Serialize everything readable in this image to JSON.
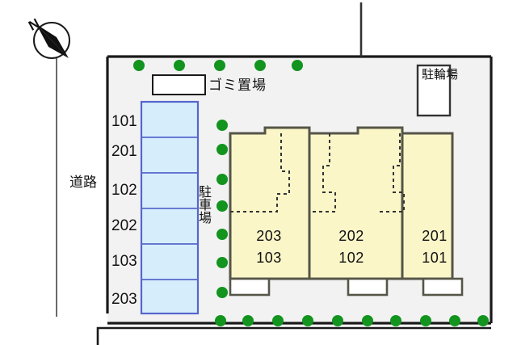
{
  "diagram": {
    "title": "apartment-site-plan",
    "compass": {
      "north_label": "N",
      "name": "compass-rose"
    },
    "road": {
      "label": "道路"
    },
    "garbage_area": {
      "label": "ゴミ置場"
    },
    "bicycle_parking": {
      "label": "駐輪場"
    },
    "parking_area": {
      "label": "駐車場"
    },
    "parking_stalls": [
      {
        "label": "101"
      },
      {
        "label": "201"
      },
      {
        "label": "102"
      },
      {
        "label": "202"
      },
      {
        "label": "103"
      },
      {
        "label": "203"
      }
    ],
    "building_units": [
      {
        "upper": "203",
        "lower": "103"
      },
      {
        "upper": "202",
        "lower": "102"
      },
      {
        "upper": "201",
        "lower": "101"
      }
    ],
    "colors": {
      "building_fill": "#faf6c8",
      "stall_fill": "#d6eefc",
      "stall_stroke": "#5566cc",
      "tree": "#12941f",
      "site_fill": "#f2f2f2",
      "outline": "#1a1a1a",
      "wall": "#555548"
    }
  }
}
